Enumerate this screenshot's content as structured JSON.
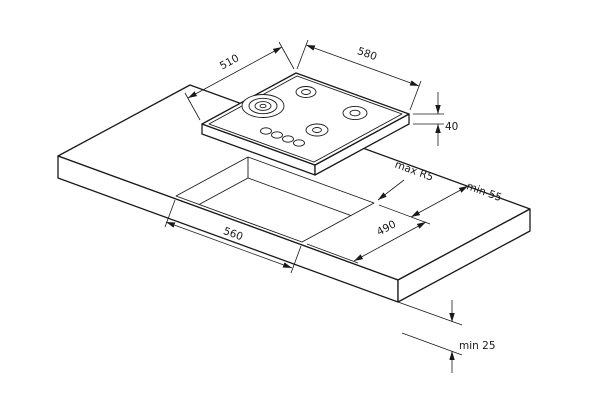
{
  "colors": {
    "line": "#1a1a1a",
    "background": "#ffffff"
  },
  "labels": {
    "hob_depth": "510",
    "hob_width": "580",
    "hob_height": "40",
    "corner_radius_max": "max R5",
    "rear_clearance_min": "min 55",
    "cutout_width": "560",
    "cutout_depth": "490",
    "bottom_clearance_min": "min 25"
  }
}
